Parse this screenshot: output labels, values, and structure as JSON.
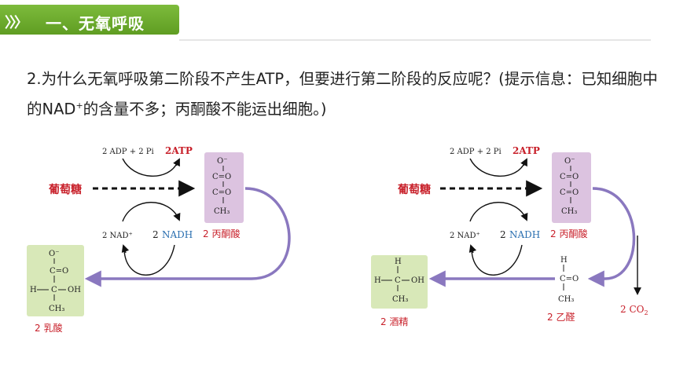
{
  "header": {
    "chevrons": "〉〉〉",
    "title": "一、无氧呼吸"
  },
  "question": {
    "text_part1": "2.为什么无氧呼吸第二阶段不产生ATP，但要进行第二阶段的反应呢？(提示信息：已知细胞中的NAD",
    "superscript": "+",
    "text_part2": "的含量不多；丙酮酸不能运出细胞。)"
  },
  "left_diagram": {
    "glucose": "葡萄糖",
    "adp": "2 ADP + 2 Pi",
    "atp": "2ATP",
    "nad": "2 NAD⁺",
    "nadh_num": "2",
    "nadh": "NADH",
    "pyruvate": "2 丙酮酸",
    "product": "2 乳酸",
    "pyruvate_struct": {
      "o_minus": "O⁻",
      "c1": "C=O",
      "c2": "C=O",
      "ch3": "CH₃"
    },
    "lactate_struct": {
      "o_minus": "O⁻",
      "c1": "C=O",
      "h": "H",
      "c2": "C",
      "oh": "OH",
      "ch3": "CH₃"
    }
  },
  "right_diagram": {
    "glucose": "葡萄糖",
    "adp": "2 ADP + 2 Pi",
    "atp": "2ATP",
    "nad": "2 NAD⁺",
    "nadh_num": "2",
    "nadh": "NADH",
    "pyruvate": "2 丙酮酸",
    "acetaldehyde": "2 乙醛",
    "co2": "2 CO",
    "co2_sub": "2",
    "product": "2 酒精",
    "pyruvate_struct": {
      "o_minus": "O⁻",
      "c1": "C=O",
      "c2": "C=O",
      "ch3": "CH₃"
    },
    "acetaldehyde_struct": {
      "h": "H",
      "c": "C=O",
      "ch3": "CH₃"
    },
    "ethanol_struct": {
      "h_top": "H",
      "h_left": "H",
      "c": "C",
      "oh": "OH",
      "ch3": "CH₃"
    }
  },
  "colors": {
    "header_green": "#6aaa2a",
    "atp_red": "#c8202a",
    "nadh_blue": "#2a6fb0",
    "pyruvate_box": "#dcc3e0",
    "product_box": "#d8e8b8",
    "arrow_purple": "#8a78bf"
  }
}
